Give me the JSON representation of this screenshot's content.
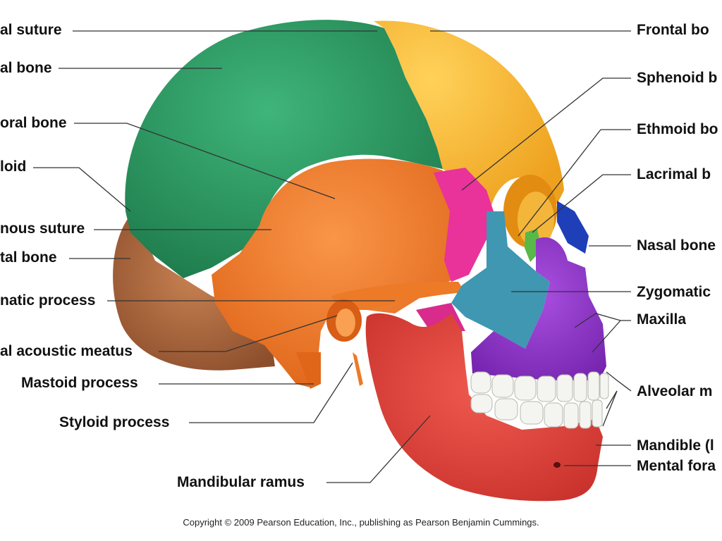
{
  "labels_left": [
    {
      "id": "coronal-suture",
      "text": "al suture"
    },
    {
      "id": "parietal-bone",
      "text": "al bone"
    },
    {
      "id": "temporal-bone",
      "text": "oral bone"
    },
    {
      "id": "lambdoid-suture",
      "text": "loid"
    },
    {
      "id": "squamous-suture",
      "text": "nous suture"
    },
    {
      "id": "occipital-bone",
      "text": "tal bone"
    },
    {
      "id": "zygomatic-process",
      "text": "natic process"
    },
    {
      "id": "external-acoustic-meatus",
      "text": "al acoustic meatus"
    },
    {
      "id": "mastoid-process",
      "text": "Mastoid process"
    },
    {
      "id": "styloid-process",
      "text": "Styloid process"
    },
    {
      "id": "mandibular-ramus",
      "text": "Mandibular ramus"
    }
  ],
  "labels_right": [
    {
      "id": "frontal-bone",
      "text": "Frontal bo"
    },
    {
      "id": "sphenoid-bone",
      "text": "Sphenoid b"
    },
    {
      "id": "ethmoid-bone",
      "text": "Ethmoid bo"
    },
    {
      "id": "lacrimal-bone",
      "text": "Lacrimal b"
    },
    {
      "id": "nasal-bone",
      "text": "Nasal bone"
    },
    {
      "id": "zygomatic-bone",
      "text": "Zygomatic"
    },
    {
      "id": "maxilla",
      "text": "Maxilla"
    },
    {
      "id": "alveolar-margins",
      "text": "Alveolar m"
    },
    {
      "id": "mandible",
      "text": "Mandible (l"
    },
    {
      "id": "mental-foramen",
      "text": "Mental fora"
    }
  ],
  "copyright": "Copyright © 2009 Pearson Education, Inc., publishing as Pearson Benjamin Cummings.",
  "colors": {
    "parietal": "#2e9a63",
    "frontal": "#f6b42a",
    "temporal": "#f07a23",
    "occipital": "#b86e43",
    "sphenoid": "#e9329a",
    "zygomatic": "#3f97b2",
    "maxilla": "#8e35c8",
    "nasal": "#1f3fb8",
    "ethmoid": "#58b848",
    "mandible": "#e0413c",
    "teeth": "#f4f4f0",
    "leader_line": "#333333"
  }
}
